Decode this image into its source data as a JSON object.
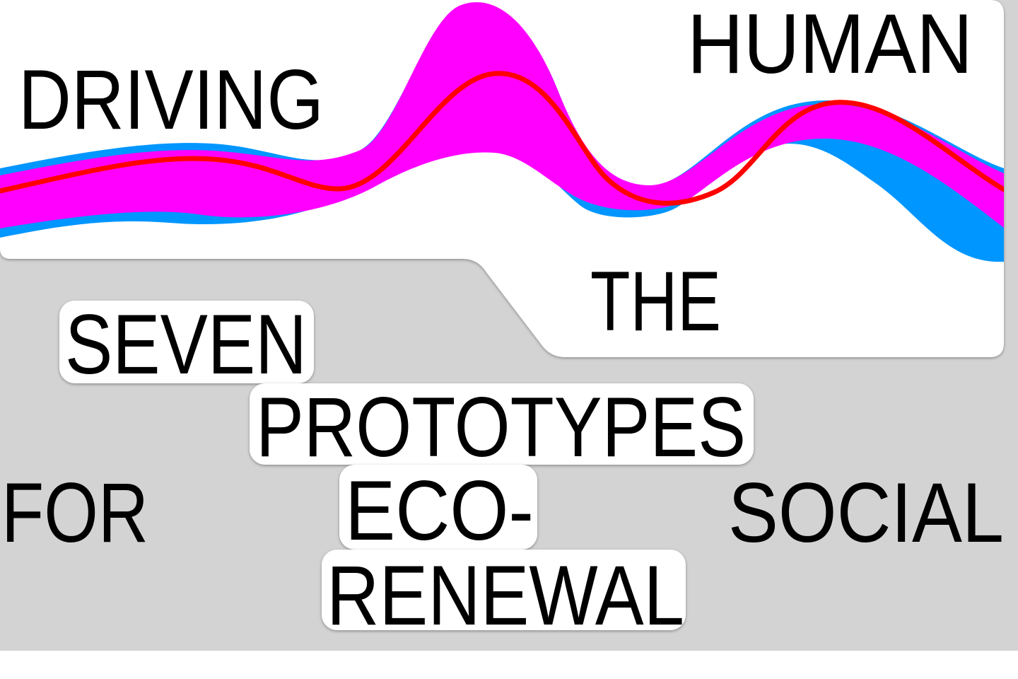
{
  "poster": {
    "words": {
      "driving": "DRIVING",
      "human": "HUMAN",
      "the": "THE",
      "seven": "SEVEN",
      "prototypes": "PROTOTYPES",
      "for": "FOR",
      "eco": "ECO-",
      "social": "SOCIAL",
      "renewal": "RENEWAL"
    }
  },
  "colors": {
    "page": "#ffffff",
    "backdrop": "#d3d3d3",
    "panel": "#ffffff",
    "band_magenta": "#ff00ff",
    "band_blue": "#0096ff",
    "line_red": "#ff0000",
    "text": "#000000"
  }
}
